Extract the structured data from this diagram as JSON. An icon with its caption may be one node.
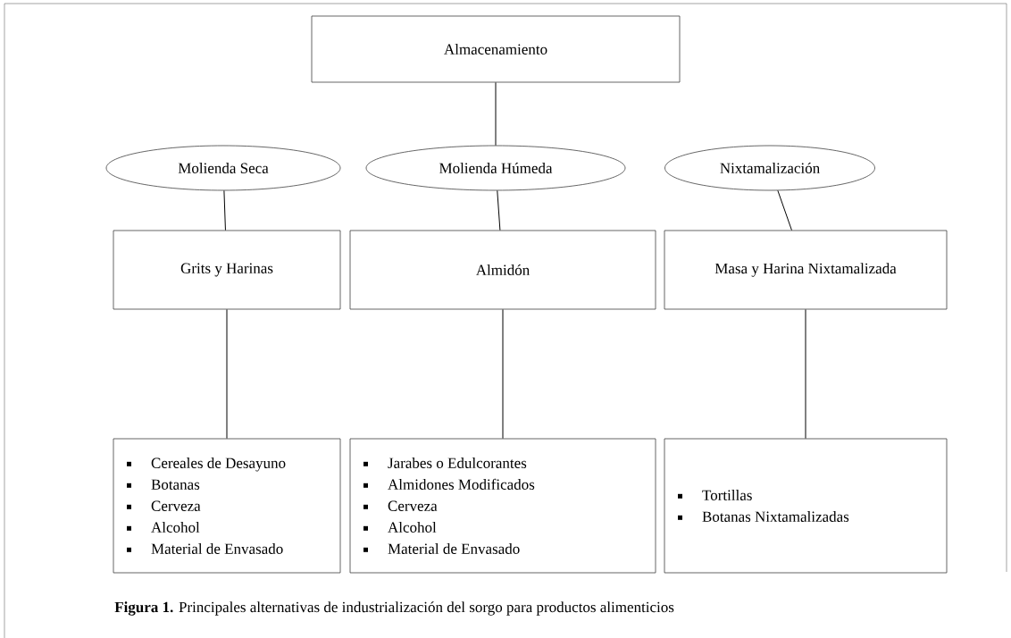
{
  "diagram": {
    "caption": "**Figura 1.** Principales alternativas de industrialización del sorgo para productos alimenticios",
    "nodes": [
      {
        "text": [
          "Almacenamiento"
        ]
      },
      {
        "text": [
          "Molienda Seca"
        ]
      },
      {
        "text": [
          "Molienda Húmeda"
        ]
      },
      {
        "text": [
          "Nixtamalización"
        ]
      },
      {
        "text": [
          "Grits y Harinas"
        ]
      },
      {
        "text": [
          "Almidón"
        ]
      },
      {
        "text": [
          "Masa y Harina Nixtamalizada"
        ]
      },
      {
        "text": [
          "Cereales de Desayuno",
          "Botanas",
          "Cerveza",
          "Alcohol",
          "Material de Envasado"
        ]
      },
      {
        "text": [
          "Jarabes o Edulcorantes",
          "Almidones Modificados",
          "Cerveza",
          "Alcohol",
          "Material de Envasado"
        ]
      },
      {
        "text": [
          "Tortillas",
          "Botanas Nixtamalizadas"
        ]
      }
    ],
    "edges": [
      {
        "from": 0,
        "to": 2,
        "arrow": "none"
      },
      {
        "from": 1,
        "to": 4,
        "arrow": "none"
      },
      {
        "from": 2,
        "to": 5,
        "arrow": "none"
      },
      {
        "from": 3,
        "to": 6,
        "arrow": "none"
      },
      {
        "from": 4,
        "to": 7,
        "arrow": "none"
      },
      {
        "from": 5,
        "to": 8,
        "arrow": "none"
      },
      {
        "from": 6,
        "to": 9,
        "arrow": "none"
      }
    ]
  }
}
